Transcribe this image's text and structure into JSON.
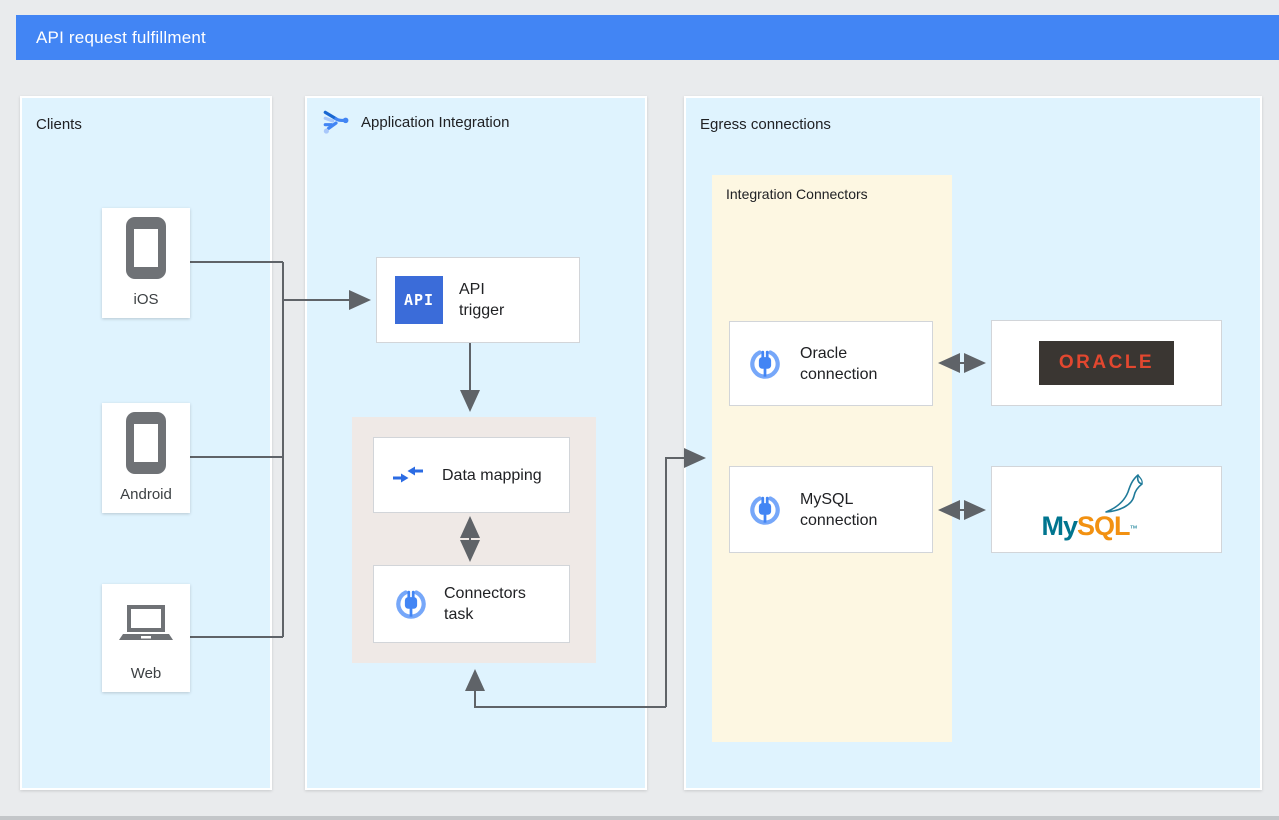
{
  "header": {
    "title": "API request fulfillment"
  },
  "panels": {
    "clients": {
      "label": "Clients"
    },
    "application_integration": {
      "label": "Application Integration"
    },
    "egress": {
      "label": "Egress connections"
    },
    "integration_connectors": {
      "label": "Integration Connectors"
    }
  },
  "clients": {
    "ios": {
      "label": "iOS"
    },
    "android": {
      "label": "Android"
    },
    "web": {
      "label": "Web"
    }
  },
  "application_integration": {
    "api_trigger": {
      "icon_text": "API",
      "label": "API trigger"
    },
    "data_mapping": {
      "label": "Data mapping"
    },
    "connectors_task": {
      "label": "Connectors task"
    }
  },
  "egress": {
    "oracle_connection": {
      "label": "Oracle connection"
    },
    "mysql_connection": {
      "label": "MySQL connection"
    },
    "oracle_logo": {
      "text": "ORACLE"
    },
    "mysql_logo": {
      "my": "My",
      "sql": "SQL",
      "tm": "™"
    }
  },
  "colors": {
    "header_blue": "#4285F4",
    "panel_blue": "#DFF3FE",
    "subpanel_cream": "#FDF7E2",
    "container_beige": "#EFE9E6",
    "wire_gray": "#5F6368",
    "icon_blue": "#4285F4",
    "icon_light_blue": "#76A7F9",
    "api_chip_blue": "#3B6CD9",
    "device_gray": "#6F7276",
    "oracle_red": "#E2472F",
    "oracle_badge_bg": "#3A3632",
    "mysql_teal": "#00758F",
    "mysql_orange": "#F29111",
    "page_bg": "#E9EBED"
  }
}
